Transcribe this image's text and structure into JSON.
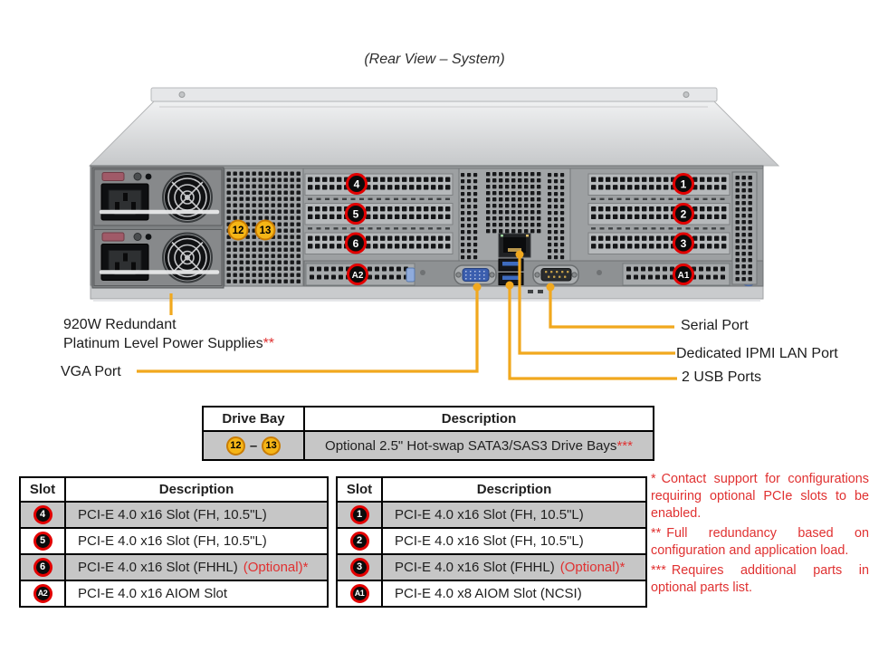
{
  "title": "(Rear View – System)",
  "chassis": {
    "middle_badges": [
      "4",
      "5",
      "6",
      "A2"
    ],
    "right_badges": [
      "1",
      "2",
      "3",
      "A1"
    ],
    "drive_badges": [
      "12",
      "13"
    ]
  },
  "callouts": {
    "psu_line1": "920W Redundant",
    "psu_line2": "Platinum Level Power Supplies",
    "psu_sup": "**",
    "vga": "VGA Port",
    "serial": "Serial Port",
    "ipmi": "Dedicated IPMI LAN Port",
    "usb": "2 USB Ports"
  },
  "drive_bay_table": {
    "col_bay": "Drive Bay",
    "col_desc": "Description",
    "bay_from": "12",
    "bay_sep": "–",
    "bay_to": "13",
    "description": "Optional 2.5\" Hot-swap SATA3/SAS3 Drive Bays",
    "description_sup": "***"
  },
  "slot_table_left": {
    "col_slot": "Slot",
    "col_desc": "Description",
    "rows": [
      {
        "slot": "4",
        "desc": "PCI-E 4.0 x16 Slot (FH, 10.5\"L)",
        "note": ""
      },
      {
        "slot": "5",
        "desc": "PCI-E 4.0 x16 Slot (FH, 10.5\"L)",
        "note": ""
      },
      {
        "slot": "6",
        "desc": "PCI-E 4.0 x16 Slot (FHHL)",
        "note": "(Optional)*"
      },
      {
        "slot": "A2",
        "desc": "PCI-E 4.0 x16 AIOM Slot",
        "note": ""
      }
    ]
  },
  "slot_table_right": {
    "col_slot": "Slot",
    "col_desc": "Description",
    "rows": [
      {
        "slot": "1",
        "desc": "PCI-E 4.0 x16 Slot (FH, 10.5\"L)",
        "note": ""
      },
      {
        "slot": "2",
        "desc": "PCI-E 4.0 x16 Slot (FH, 10.5\"L)",
        "note": ""
      },
      {
        "slot": "3",
        "desc": "PCI-E 4.0 x16 Slot (FHHL)",
        "note": "(Optional)*"
      },
      {
        "slot": "A1",
        "desc": "PCI-E 4.0 x8 AIOM Slot (NCSI)",
        "note": ""
      }
    ]
  },
  "footnotes": [
    {
      "marker": "*",
      "text": "Contact support for configurations requiring optional PCIe slots to be enabled."
    },
    {
      "marker": "**",
      "text": "Full redundancy based on configuration and application load."
    },
    {
      "marker": "***",
      "text": "Requires additional parts in optional parts list."
    }
  ],
  "colors": {
    "callout_yellow": "#F1A81E",
    "badge_ring_red": "#E20000",
    "badge_yellow_fill": "#F5B516",
    "table_row_gray": "#C6C6C6",
    "footnote_red": "#E03131"
  }
}
